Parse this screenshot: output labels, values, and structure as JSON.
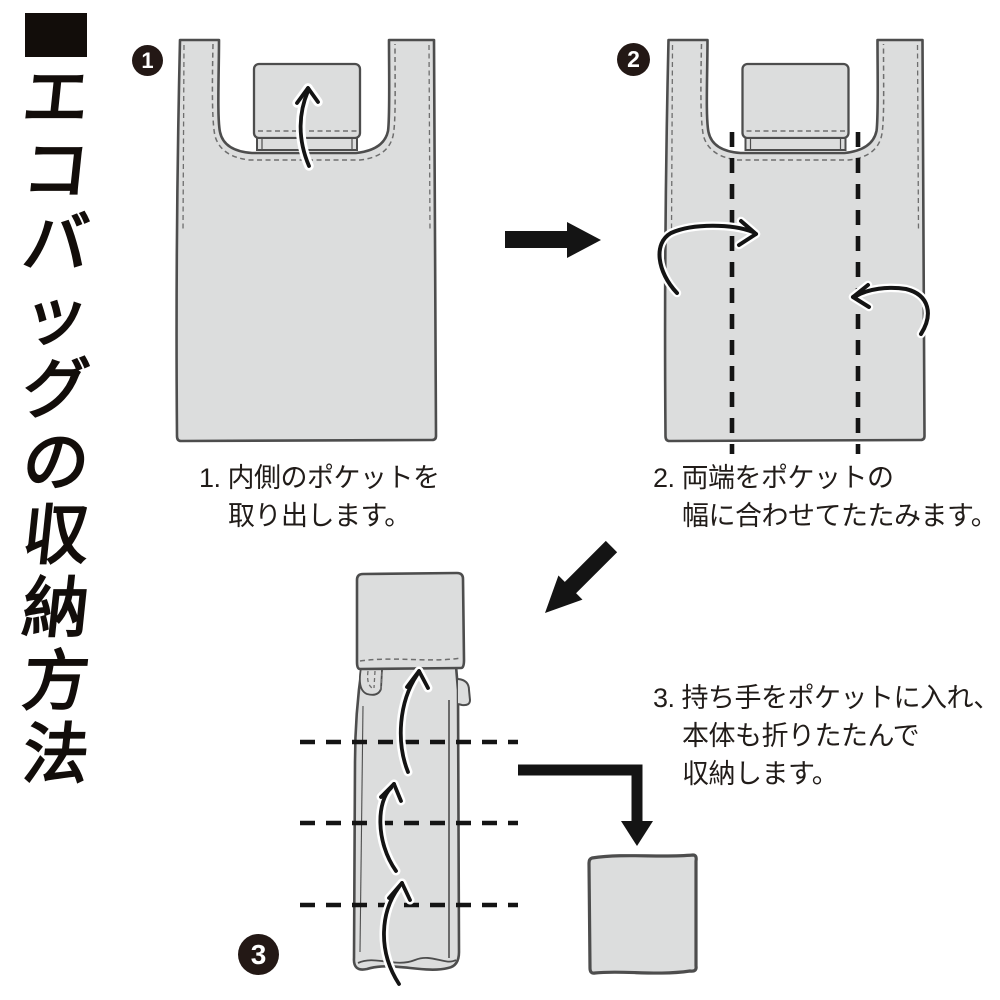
{
  "title": {
    "text": "エコバッグの収納方法"
  },
  "steps": [
    {
      "number": "1",
      "caption_lines": [
        "1. 内側のポケットを",
        "取り出します。"
      ]
    },
    {
      "number": "2",
      "caption_lines": [
        "2. 両端をポケットの",
        "幅に合わせてたたみます。"
      ]
    },
    {
      "number": "3",
      "caption_lines": [
        "3. 持ち手をポケットに入れ、",
        "本体も折りたたんで",
        "収納します。"
      ]
    }
  ],
  "icons": {
    "step1_arrow": "pull-out-up-arrow",
    "step2_arrows": [
      "fold-in-right-arrow",
      "fold-in-left-arrow"
    ],
    "step3_arrows": [
      "roll-up-arrow",
      "roll-up-arrow",
      "roll-up-arrow"
    ],
    "transitions": [
      "right-arrow",
      "diagonal-down-left-arrow",
      "elbow-down-arrow"
    ]
  },
  "colors": {
    "background": "#ffffff",
    "bag_fill": "#dcdddd",
    "bag_outline": "#4d4d4d",
    "stitch": "#6e6e6e",
    "line_art": "#141414",
    "badge_bg": "#231815",
    "badge_number": "#ffffff",
    "caption_text": "#211c19",
    "title_text": "#120d0a"
  }
}
